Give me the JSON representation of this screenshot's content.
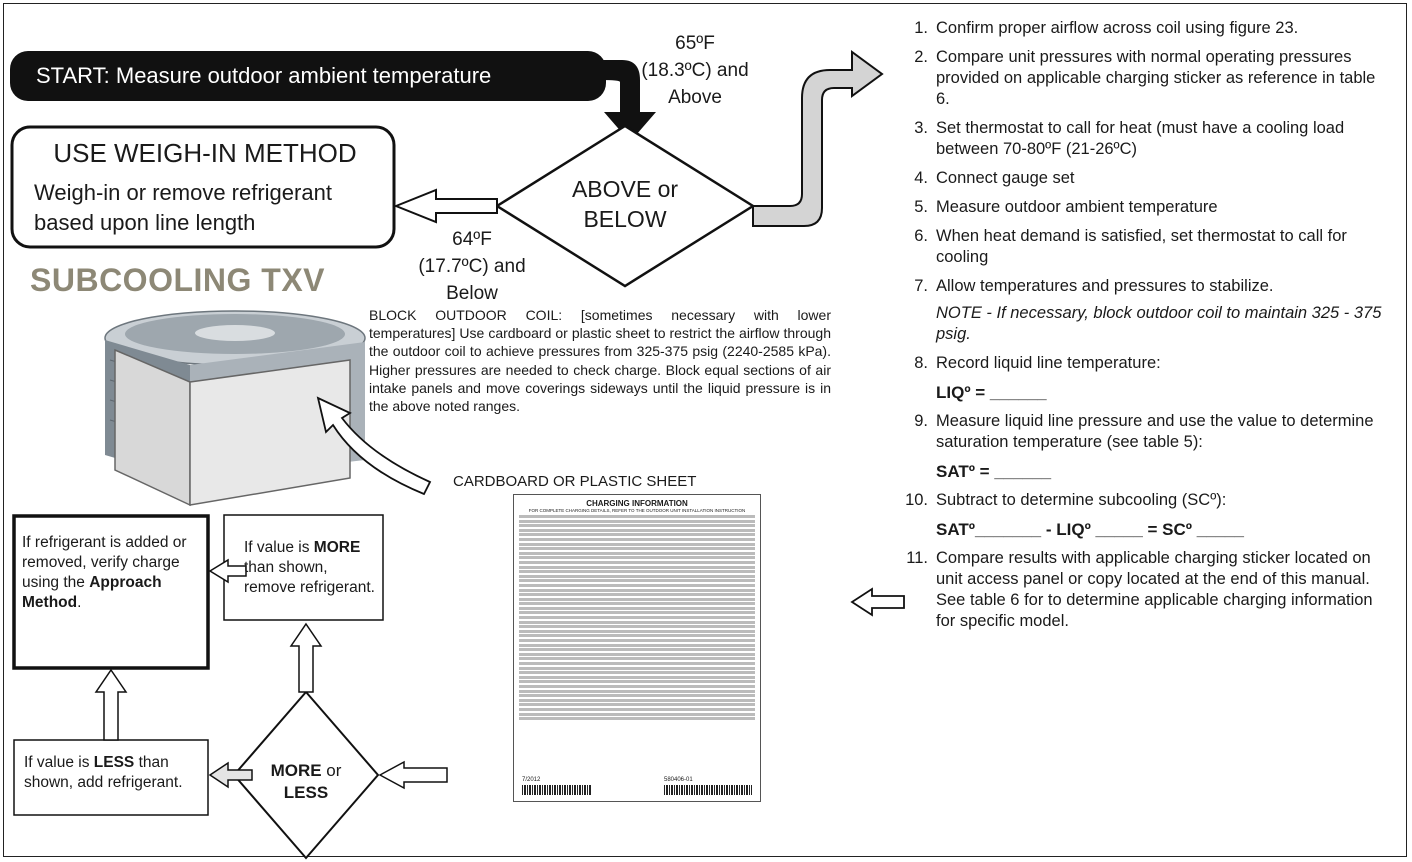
{
  "start": {
    "label": "START: Measure outdoor ambient temperature"
  },
  "weigh_in": {
    "title": "USE WEIGH-IN METHOD",
    "body": "Weigh-in or remove refrigerant based upon line length"
  },
  "condition_above": {
    "line1": "65ºF",
    "line2": "(18.3ºC) and",
    "line3": "Above"
  },
  "condition_below": {
    "line1": "64ºF",
    "line2": "(17.7ºC) and",
    "line3": "Below"
  },
  "decision_above_below": {
    "line1": "ABOVE or",
    "line2": "BELOW"
  },
  "subcooling_title": "SUBCOOLING TXV",
  "block_coil": "BLOCK OUTDOOR COIL: [sometimes necessary with lower temperatures] Use cardboard or plastic sheet to restrict the airflow through the outdoor coil to achieve pressures from 325-375 psig (2240-2585 kPa). Higher pressures are needed to check charge. Block equal sections of air intake panels and move coverings sideways until the liquid pressure is in the above noted ranges.",
  "cardboard_label": "CARDBOARD OR PLASTIC SHEET",
  "box_approach": {
    "pre": "If refrigerant is added or removed, verify charge using the ",
    "bold": "Approach Method",
    "post": "."
  },
  "box_more": {
    "pre": "If value is ",
    "bold": "MORE",
    "post": " than shown, remove refrigerant."
  },
  "box_less": {
    "pre": "If value is ",
    "bold": "LESS",
    "post": " than shown, add refrigerant."
  },
  "decision_more_less": {
    "bold1": "MORE",
    "mid": " or",
    "bold2": "LESS"
  },
  "charging_sheet": {
    "title": "CHARGING INFORMATION",
    "subtitle": "FOR COMPLETE CHARGING DETAILS, REFER TO THE OUTDOOR UNIT INSTALLATION INSTRUCTION",
    "date": "7/2012",
    "part_no": "580406-01"
  },
  "steps": [
    {
      "num": "1.",
      "text": "Confirm proper airflow across coil using figure 23."
    },
    {
      "num": "2.",
      "text": "Compare unit pressures with normal operating pressures provided on applicable charging sticker as reference in table 6."
    },
    {
      "num": "3.",
      "text": "Set thermostat to call for heat (must have a cooling load between 70-80ºF (21-26ºC)"
    },
    {
      "num": "4.",
      "text": "Connect gauge set"
    },
    {
      "num": "5.",
      "text": "Measure outdoor ambient temperature"
    },
    {
      "num": "6.",
      "text": "When heat demand is satisfied, set thermostat to call for cooling"
    },
    {
      "num": "7.",
      "text": "Allow temperatures and pressures to stabilize.",
      "note": "NOTE - If necessary, block outdoor coil to maintain 325 - 375 psig."
    },
    {
      "num": "8.",
      "text": "Record liquid line temperature:",
      "fill": "LIQº = ______"
    },
    {
      "num": "9.",
      "text": "Measure liquid line pressure and use the value to determine saturation temperature (see table 5):",
      "fill": "SATº = ______"
    },
    {
      "num": "10.",
      "text": "Subtract to determine subcooling (SCº):",
      "fill": "SATº_______ - LIQº _____ = SCº _____"
    },
    {
      "num": "11.",
      "text": "Compare results with applicable charging sticker located on unit access panel or copy located at the end of this manual. See table 6 for to determine applicable charging information for specific model."
    }
  ]
}
